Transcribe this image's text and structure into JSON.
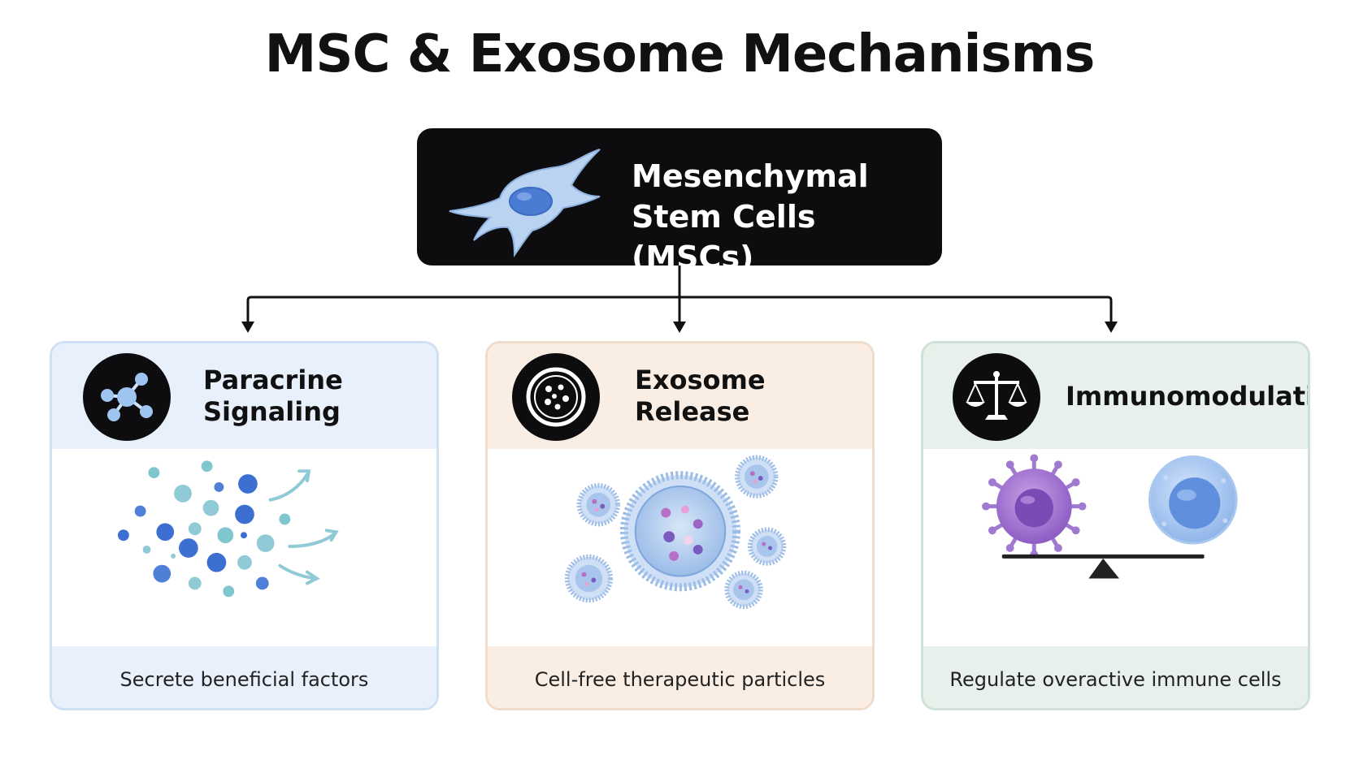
{
  "title": "MSC & Exosome Mechanisms",
  "root": {
    "label": "Mesenchymal\nStem Cells (MSCs)",
    "icon": "stem-cell-icon"
  },
  "cards": [
    {
      "title": "Paracrine\nSignaling",
      "icon": "molecule-icon",
      "caption": "Secrete  beneficial factors",
      "accent": "#e8f1fb"
    },
    {
      "title": "Exosome\nRelease",
      "icon": "vesicle-icon",
      "caption": "Cell-free  therapeutic particles",
      "accent": "#faeee4"
    },
    {
      "title": "Immunomodulation",
      "icon": "scales-icon",
      "caption": "Regulate overactive immune cells",
      "accent": "#e7f0ea"
    }
  ]
}
